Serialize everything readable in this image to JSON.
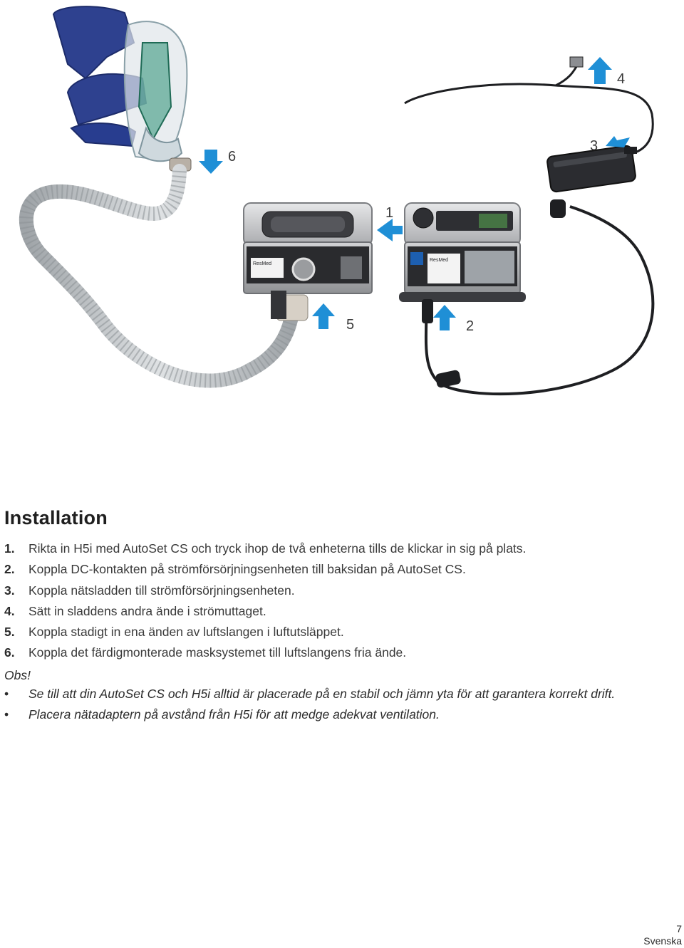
{
  "figure": {
    "callouts": [
      "1",
      "2",
      "3",
      "4",
      "5",
      "6"
    ],
    "device_brand": "ResMed",
    "colors": {
      "arrow": "#1f8fd6",
      "device_grey": "#c8c9cb",
      "device_dark": "#2e2f33",
      "mask_blue": "#283d8f",
      "mask_teal": "#2a8f74",
      "tube": "#b8bcc0"
    }
  },
  "section": {
    "title": "Installation",
    "steps": [
      {
        "num": "1.",
        "text": "Rikta in H5i med AutoSet CS och tryck ihop de två enheterna tills de klickar in sig på plats."
      },
      {
        "num": "2.",
        "text": "Koppla DC-kontakten på strömförsörjningsenheten till baksidan på AutoSet CS."
      },
      {
        "num": "3.",
        "text": "Koppla nätsladden till strömförsörjningsenheten."
      },
      {
        "num": "4.",
        "text": "Sätt in sladdens andra ände i strömuttaget."
      },
      {
        "num": "5.",
        "text": "Koppla stadigt in ena änden av luftslangen i luftutsläppet."
      },
      {
        "num": "6.",
        "text": "Koppla det färdigmonterade masksystemet till luftslangens fria ände."
      }
    ],
    "note_heading": "Obs!",
    "bullet_symbol": "•",
    "notes": [
      "Se till att din AutoSet CS och H5i alltid är placerade på en stabil och jämn yta för att garantera korrekt drift.",
      "Placera nätadaptern på avstånd från H5i för att medge adekvat ventilation."
    ]
  },
  "footer": {
    "page_number": "7",
    "language": "Svenska"
  }
}
